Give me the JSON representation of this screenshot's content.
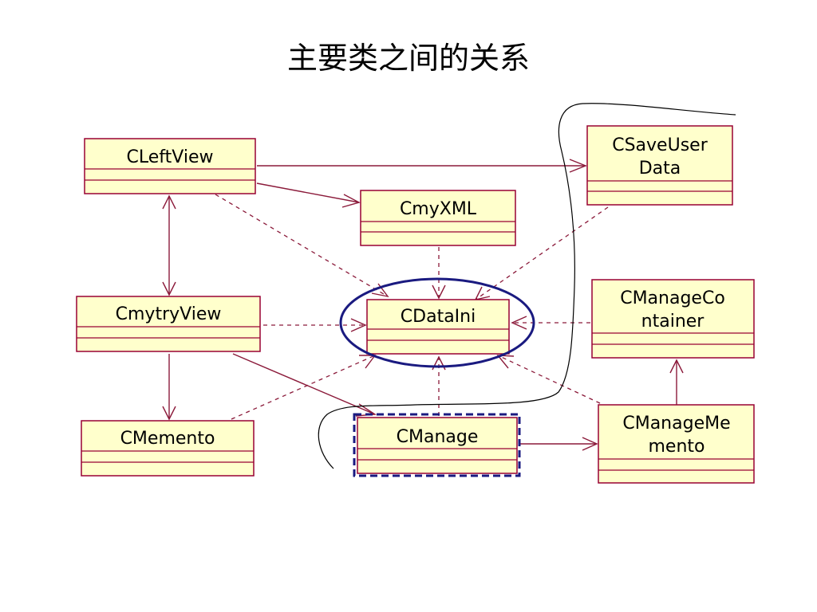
{
  "title": "主要类之间的关系",
  "colors": {
    "box_fill": "#ffffcc",
    "box_stroke": "#990033",
    "connector": "#8b1a3a",
    "highlight": "#1a1a80",
    "freehand": "#000000"
  },
  "classes": {
    "cleftview": {
      "lines": [
        "CLeftView"
      ]
    },
    "cmyxml": {
      "lines": [
        "CmyXML"
      ]
    },
    "csaveuserdata": {
      "lines": [
        "CSaveUser",
        "Data"
      ]
    },
    "cmytryview": {
      "lines": [
        "CmytryView"
      ]
    },
    "cdataini": {
      "lines": [
        "CDataIni"
      ]
    },
    "cmanagecontainer": {
      "lines": [
        "CManageCo",
        "ntainer"
      ]
    },
    "cmemento": {
      "lines": [
        "CMemento"
      ]
    },
    "cmanage": {
      "lines": [
        "CManage"
      ]
    },
    "cmanagememento": {
      "lines": [
        "CManageMe",
        "mento"
      ]
    }
  },
  "relations": [
    {
      "from": "CLeftView",
      "to": "CSaveUserData",
      "kind": "association"
    },
    {
      "from": "CLeftView",
      "to": "CmyXML",
      "kind": "association"
    },
    {
      "from": "CLeftView",
      "to": "CDataIni",
      "kind": "dependency"
    },
    {
      "from": "CLeftView",
      "to": "CmytryView",
      "kind": "bidirectional association"
    },
    {
      "from": "CmytryView",
      "to": "CDataIni",
      "kind": "dependency"
    },
    {
      "from": "CmytryView",
      "to": "CMemento",
      "kind": "association"
    },
    {
      "from": "CmytryView",
      "to": "CManage",
      "kind": "association"
    },
    {
      "from": "CmyXML",
      "to": "CDataIni",
      "kind": "dependency"
    },
    {
      "from": "CSaveUserData",
      "to": "CDataIni",
      "kind": "dependency"
    },
    {
      "from": "CManageContainer",
      "to": "CDataIni",
      "kind": "dependency"
    },
    {
      "from": "CMemento",
      "to": "CDataIni",
      "kind": "dependency"
    },
    {
      "from": "CManage",
      "to": "CDataIni",
      "kind": "dependency"
    },
    {
      "from": "CManageMemento",
      "to": "CDataIni",
      "kind": "dependency"
    },
    {
      "from": "CManage",
      "to": "CManageMemento",
      "kind": "association"
    },
    {
      "from": "CManageMemento",
      "to": "CManageContainer",
      "kind": "association"
    }
  ],
  "annotations": {
    "highlighted_class": "CDataIni",
    "selected_class": "CManage",
    "freehand_boundary": "encloses CSaveUserData, CManageContainer and CManageMemento"
  }
}
